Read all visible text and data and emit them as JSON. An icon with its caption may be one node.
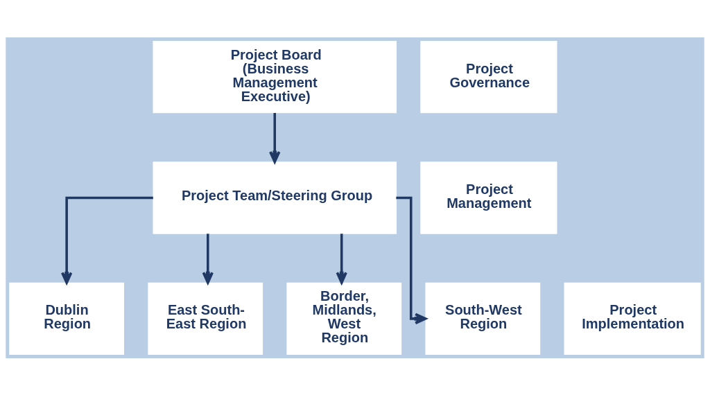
{
  "diagram": {
    "nodes": [
      {
        "text": [
          "Project Board (Business Management Executive)"
        ]
      },
      {
        "text": [
          "Project Governance"
        ]
      },
      {
        "text": [
          "Project Team/Steering Group"
        ]
      },
      {
        "text": [
          "Project Management"
        ]
      },
      {
        "text": [
          "Dublin Region"
        ]
      },
      {
        "text": [
          "East South-East Region"
        ]
      },
      {
        "text": [
          "Border, Midlands, West Region"
        ]
      },
      {
        "text": [
          "South-West Region"
        ]
      },
      {
        "text": [
          "Project Implementation"
        ]
      }
    ],
    "edges": [
      {
        "from": 0,
        "to": 2,
        "arrow": "to"
      },
      {
        "from": 2,
        "to": 4,
        "arrow": "to"
      },
      {
        "from": 2,
        "to": 5,
        "arrow": "to"
      },
      {
        "from": 2,
        "to": 6,
        "arrow": "to"
      },
      {
        "from": 2,
        "to": 7,
        "arrow": "to"
      }
    ]
  }
}
